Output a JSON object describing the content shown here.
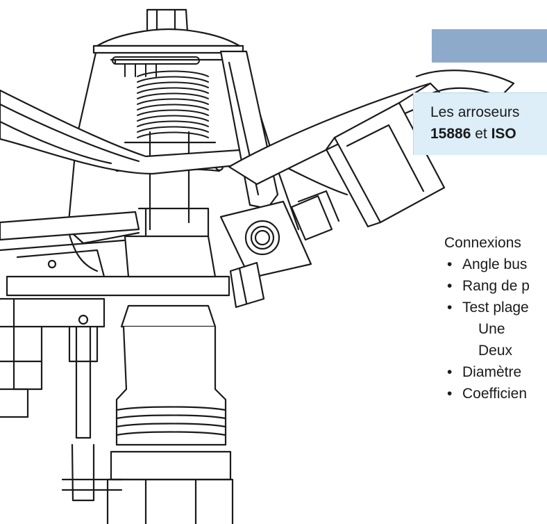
{
  "callout": {
    "line1": "Les arroseurs",
    "line2_part1": "15886",
    "line2_connector": " et ",
    "line2_part2": "ISO"
  },
  "specs": {
    "heading": "Connexions",
    "items": [
      {
        "kind": "bullet",
        "text": "Angle bus"
      },
      {
        "kind": "bullet",
        "text": "Rang de p"
      },
      {
        "kind": "bullet",
        "text": "Test plage"
      },
      {
        "kind": "sub",
        "text": "Une"
      },
      {
        "kind": "sub",
        "text": "Deux"
      },
      {
        "kind": "bullet",
        "text": "Diamètre"
      },
      {
        "kind": "bullet",
        "text": "Coefficien"
      }
    ]
  },
  "colors": {
    "title_bar": "#8eaacb",
    "callout_bg": "#ddeef8",
    "line_art": "#1a1a1a"
  },
  "illustration": {
    "subject": "impact-sprinkler-line-drawing"
  }
}
